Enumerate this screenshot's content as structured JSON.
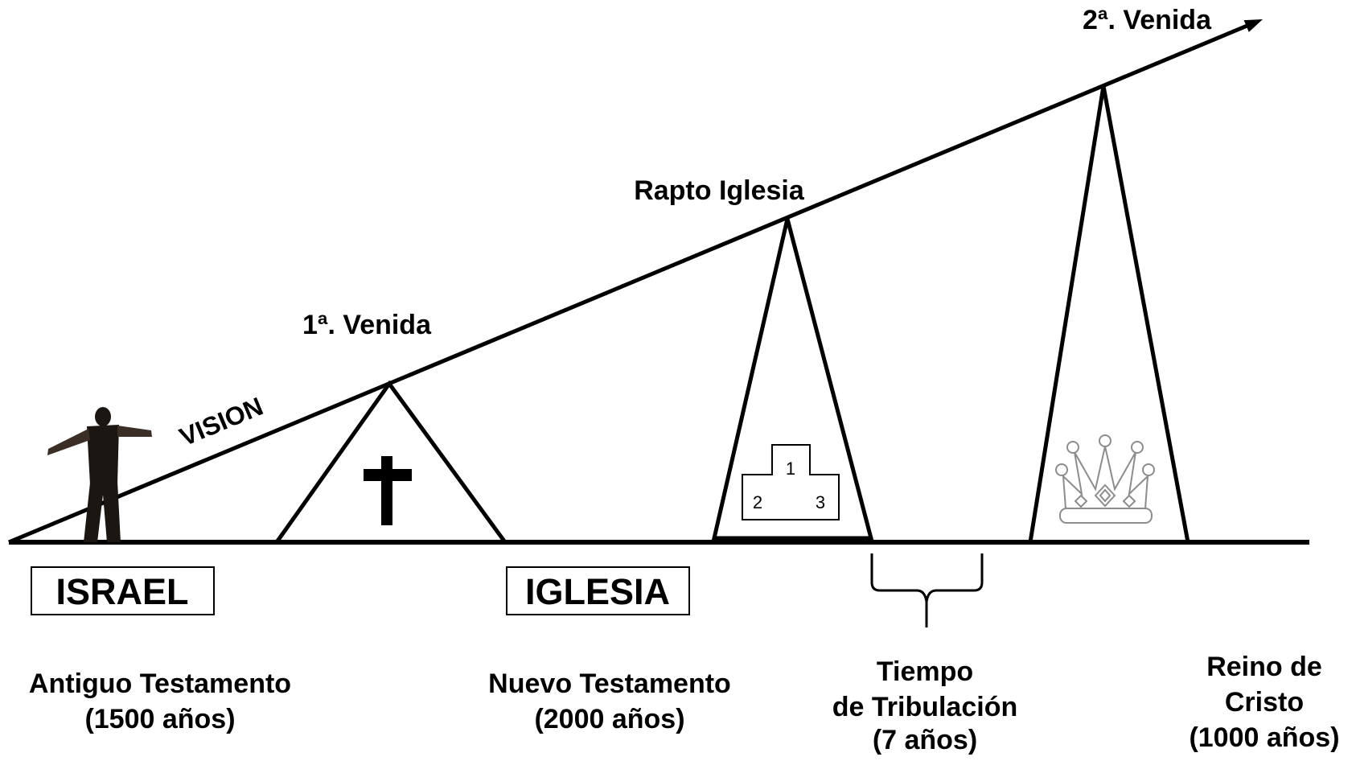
{
  "labels": {
    "second_coming": "2ª. Venida",
    "rapture": "Rapto Iglesia",
    "first_coming": "1ª. Venida",
    "vision": "VISION"
  },
  "boxes": {
    "israel": "ISRAEL",
    "iglesia": "IGLESIA"
  },
  "periods": {
    "old_testament": {
      "line1": "Antiguo Testamento",
      "line2": "(1500 años)"
    },
    "new_testament": {
      "line1": "Nuevo Testamento",
      "line2": "(2000 años)"
    },
    "tribulation": {
      "line1": "Tiempo",
      "line2": "de Tribulación",
      "line3": "(7 años)"
    },
    "kingdom": {
      "line1": "Reino de",
      "line2": "Cristo",
      "line3": "(1000 años)"
    }
  },
  "podium": {
    "first": "1",
    "second": "2",
    "third": "3"
  },
  "icons": [
    "person-figure",
    "cross-icon",
    "podium-icon",
    "crown-icon",
    "arrow-icon",
    "brace-icon"
  ],
  "colors": {
    "line": "#000000",
    "crown": "#8c8c8c",
    "figure": "#1c1612"
  }
}
